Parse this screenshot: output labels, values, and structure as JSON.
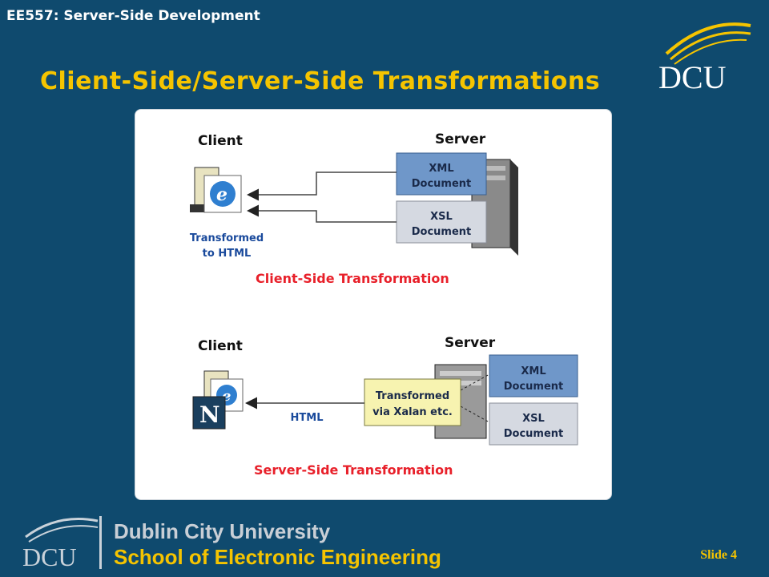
{
  "header": {
    "course": "EE557: Server-Side Development",
    "title": "Client-Side/Server-Side Transformations",
    "logo_text": "DCU"
  },
  "diagram": {
    "client_side": {
      "client_label": "Client",
      "server_label": "Server",
      "xml_box": [
        "XML",
        "Document"
      ],
      "xsl_box": [
        "XSL",
        "Document"
      ],
      "client_caption": [
        "Transformed",
        "to HTML"
      ],
      "caption": "Client-Side Transformation"
    },
    "server_side": {
      "client_label": "Client",
      "server_label": "Server",
      "transform_box": [
        "Transformed",
        "via Xalan etc."
      ],
      "xml_box": [
        "XML",
        "Document"
      ],
      "xsl_box": [
        "XSL",
        "Document"
      ],
      "arrow_label": "HTML",
      "caption": "Server-Side Transformation"
    },
    "colors": {
      "xml_fill": "#6f97c9",
      "xsl_fill": "#d5d9e1",
      "transform_fill": "#f7f3b0",
      "caption": "#e8202a",
      "label_blue": "#1a4a9c"
    }
  },
  "footer": {
    "logo_text": "DCU",
    "university": "Dublin City University",
    "school": "School of Electronic Engineering",
    "slide": "Slide 4"
  }
}
